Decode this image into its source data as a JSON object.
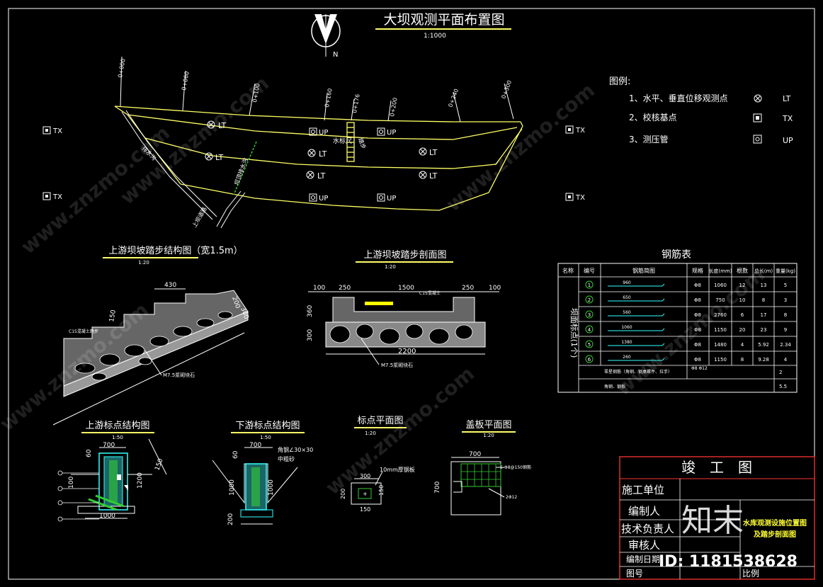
{
  "colors": {
    "bg": "#000000",
    "yellow": "#ffff66",
    "white": "#ffffff",
    "green": "#33cc33",
    "cyan": "#33ffff",
    "red": "#ff3333",
    "gray": "#cccccc"
  },
  "main_title": "大坝观测平面布置图",
  "main_scale": "1:1000",
  "north_label": "N",
  "stations": [
    "0+000",
    "0+060",
    "0+100",
    "0+160",
    "0+176",
    "0+200",
    "0+240",
    "0+300"
  ],
  "labels": {
    "lt": "LT",
    "up": "UP",
    "tx": "TX",
    "water_gauge": "水标尺",
    "steps": "踏步",
    "drain_a": "排水沟",
    "drain_b": "坝顶排水沟",
    "road": "上坝道路"
  },
  "legend": {
    "title": "图例:",
    "items": [
      {
        "text": "1、水平、垂直位移观测点",
        "code": "LT"
      },
      {
        "text": "2、校核基点",
        "code": "TX"
      },
      {
        "text": "3、测压管",
        "code": "UP"
      }
    ]
  },
  "steps_struct": {
    "title": "上游坝坡踏步结构图（宽1.5m）",
    "scale": "1:20",
    "dims": {
      "d430": "430",
      "d200": "200",
      "d300": "300",
      "d150": "150"
    },
    "notes": {
      "concrete": "C15混凝土踏步",
      "masonry": "M7.5浆砌块石"
    }
  },
  "steps_section": {
    "title": "上游坝坡踏步剖面图",
    "scale": "1:20",
    "dims": {
      "a": "100",
      "b": "250",
      "c": "1500",
      "d": "250",
      "e": "100",
      "h1": "360",
      "h2": "300",
      "total": "2200"
    },
    "notes": {
      "concrete": "C15混凝土",
      "masonry": "M7.5浆砌块石"
    }
  },
  "rebar": {
    "title": "钢筋表",
    "headers": [
      "名称",
      "编号",
      "钢筋简图",
      "规格",
      "长度(mm)",
      "根数",
      "总长(m)",
      "重量(kg)"
    ],
    "group_label": "坝面标点(1个)",
    "rows": [
      {
        "no": "1",
        "dim": "960",
        "spec": "Φ8",
        "len": "1060",
        "count": "12",
        "total": "13",
        "weight": "5"
      },
      {
        "no": "2",
        "dim": "650",
        "spec": "Φ8",
        "len": "750",
        "count": "10",
        "total": "8",
        "weight": "3"
      },
      {
        "no": "3",
        "dim": "560",
        "spec": "Φ8",
        "len": "2760",
        "count": "6",
        "total": "17",
        "weight": "8"
      },
      {
        "no": "4",
        "dim": "1060",
        "spec": "Φ8",
        "len": "1150",
        "count": "20",
        "total": "23",
        "weight": "9"
      },
      {
        "no": "5",
        "dim": "1380",
        "spec": "Φ8",
        "len": "1480",
        "count": "4",
        "total": "5.92",
        "weight": "2.34"
      },
      {
        "no": "6",
        "dim": "260",
        "spec": "Φ8",
        "len": "1150",
        "count": "8",
        "total": "9.28",
        "weight": "4"
      }
    ],
    "extra1": {
      "text": "零星钢筋（角钢、钢桌螺件、拉手）",
      "spec": "Φ8 Φ12",
      "weight": "2"
    },
    "extra2": {
      "text": "角钢、钢板",
      "weight": "5.5"
    }
  },
  "up_marker": {
    "title": "上游标点结构图",
    "scale": "1:50",
    "dims": [
      "700",
      "60",
      "100",
      "1000",
      "150",
      "1200"
    ]
  },
  "down_marker": {
    "title": "下游标点结构图",
    "scale": "1:50",
    "dims": [
      "700",
      "60",
      "1000",
      "200"
    ],
    "notes": [
      "角钢∠30×30",
      "中粗砂"
    ]
  },
  "mark_plan": {
    "title": "标点平面图",
    "scale": "1:20",
    "dims": [
      "300",
      "200",
      "150"
    ],
    "note": "10mm厚钢板"
  },
  "cover_plan": {
    "title": "盖板平面图",
    "scale": "1:20",
    "dims": [
      "700",
      "700"
    ],
    "notes": [
      "5-Φ8@150钢筋",
      "2Φ12"
    ]
  },
  "title_block": {
    "heading": "竣　工　图",
    "rows": [
      "施工单位",
      "编制人",
      "技术负责人",
      "审核人",
      "编制日期",
      "图号"
    ],
    "drawing_name": "水库观测设施位置图及踏步剖面图",
    "scale_label": "比例"
  },
  "watermark": {
    "brand": "知末",
    "site": "www.znzmo.com",
    "id": "ID: 1181538628"
  }
}
